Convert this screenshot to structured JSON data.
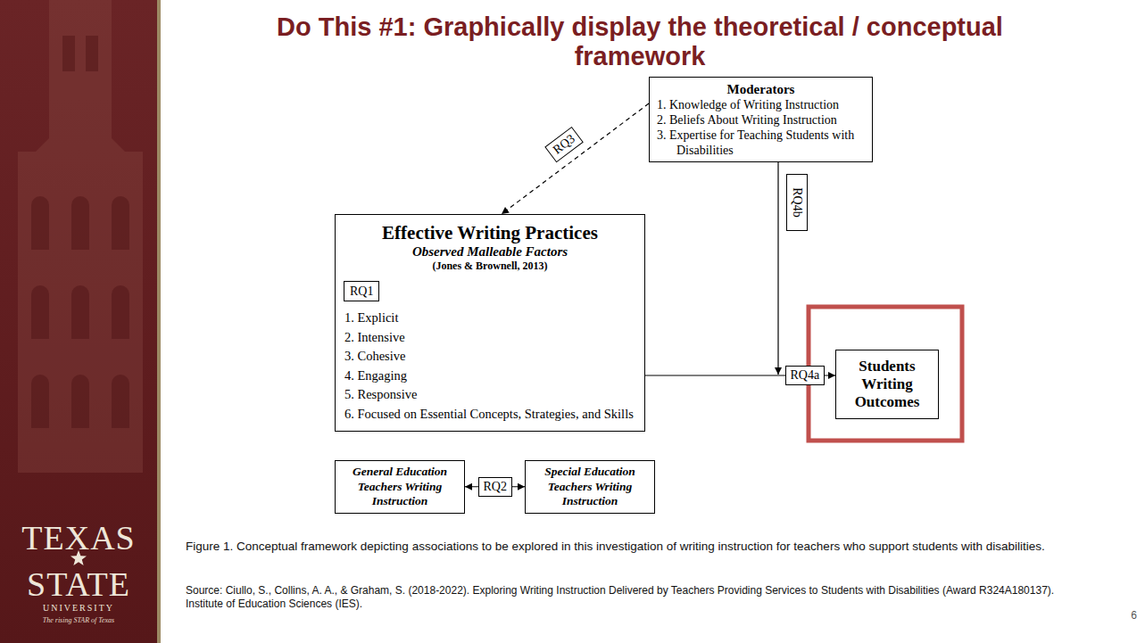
{
  "diagram": {
    "title": "Do This #1: Graphically display the theoretical / conceptual framework",
    "caption": "Figure 1. Conceptual framework depicting associations to be explored in this investigation of writing instruction for teachers who support students with disabilities.",
    "nodes": [
      {
        "text": [
          "Moderators",
          "1. Knowledge of Writing Instruction",
          "2. Beliefs About Writing Instruction",
          "3. Expertise for Teaching Students with Disabilities"
        ]
      },
      {
        "text": [
          "Effective Writing Practices",
          "Observed Malleable Factors",
          "(Jones & Brownell, 2013)",
          "1. Explicit",
          "2. Intensive",
          "3. Cohesive",
          "4. Engaging",
          "5. Responsive",
          "6. Focused on Essential Concepts, Strategies, and Skills"
        ]
      },
      {
        "text": [
          "RQ1"
        ],
        "in": 1
      },
      {
        "text": [
          "General Education Teachers Writing Instruction"
        ]
      },
      {
        "text": [
          "Special Education Teachers Writing Instruction"
        ]
      },
      {
        "text": [
          "Students Writing Outcomes"
        ]
      }
    ],
    "edges": [
      {
        "from": 0,
        "to": 1,
        "arrow": "to",
        "label": "RQ3"
      },
      {
        "from": 1,
        "to": 5,
        "arrow": "to",
        "label": "RQ4a"
      },
      {
        "from": 3,
        "to": 4,
        "arrow": "both",
        "label": "RQ2"
      }
    ],
    "labels": [
      "RQ4b",
      "Source: Ciullo, S., Collins, A. A., & Graham, S. (2018-2022). Exploring Writing Instruction Delivered by Teachers Providing Services to Students with Disabilities (Award R324A180137). Institute of Education Sciences (IES).",
      "TEXAS",
      "STATE",
      "UNIVERSITY",
      "The rising STAR of Texas",
      "6"
    ]
  }
}
